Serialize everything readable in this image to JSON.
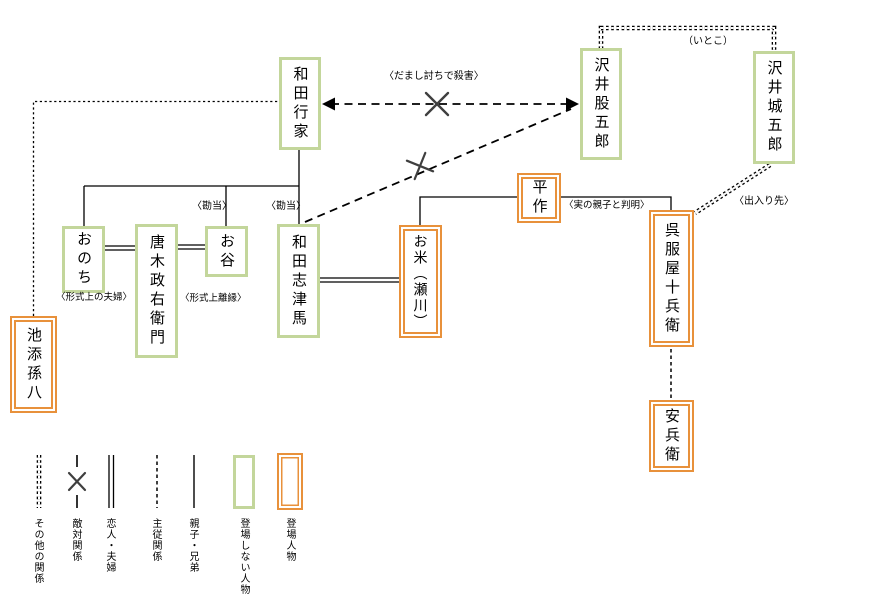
{
  "nodes": {
    "wada_yukiie": {
      "label": "和田行家",
      "type": "non_appearing"
    },
    "sawai_matagoro": {
      "label": "沢井股五郎",
      "type": "non_appearing"
    },
    "sawai_jogoro": {
      "label": "沢井城五郎",
      "type": "non_appearing"
    },
    "onochi": {
      "label": "おのち",
      "type": "non_appearing"
    },
    "karaki_masaemon": {
      "label": "唐木政右衛門",
      "type": "non_appearing"
    },
    "otani": {
      "label": "お谷",
      "type": "non_appearing"
    },
    "wada_shizuma": {
      "label": "和田志津馬",
      "type": "non_appearing"
    },
    "oyone": {
      "label": "お米（瀬川）",
      "type": "appearing"
    },
    "heisaku": {
      "label": "平作",
      "type": "appearing"
    },
    "gofukuya_jubei": {
      "label": "呉服屋十兵衛",
      "type": "appearing"
    },
    "yasubei": {
      "label": "安兵衛",
      "type": "appearing"
    },
    "ikezoe_magohachi": {
      "label": "池添孫八",
      "type": "appearing"
    }
  },
  "edge_labels": {
    "itoko": "（いとこ）",
    "damashi_uchi": "〈だまし討ちで殺害〉",
    "kando_otani": "〈勘当〉",
    "kando_shizuma": "〈勘当〉",
    "keishiki_fufu": "〈形式上の夫婦〉",
    "keishiki_rien": "〈形式上離縁〉",
    "jitsu_oyako": "〈実の親子と判明〉",
    "deirisaki": "〈出入り先〉"
  },
  "legend": {
    "items": [
      {
        "label": "その他の関係",
        "style": "double-dash-line"
      },
      {
        "label": "敵対関係",
        "style": "dashed-line-with-x"
      },
      {
        "label": "恋人・夫婦",
        "style": "double-line"
      },
      {
        "label": "主従関係",
        "style": "dashed-line"
      },
      {
        "label": "親子・兄弟",
        "style": "solid-line"
      },
      {
        "label": "登場しない人物",
        "style": "green-box"
      },
      {
        "label": "登場人物",
        "style": "orange-box"
      }
    ]
  },
  "colors": {
    "non_appearing_border": "#C3D69B",
    "appearing_border": "#E8913B",
    "line": "#000000",
    "x_mark": "#3F3F3F"
  }
}
